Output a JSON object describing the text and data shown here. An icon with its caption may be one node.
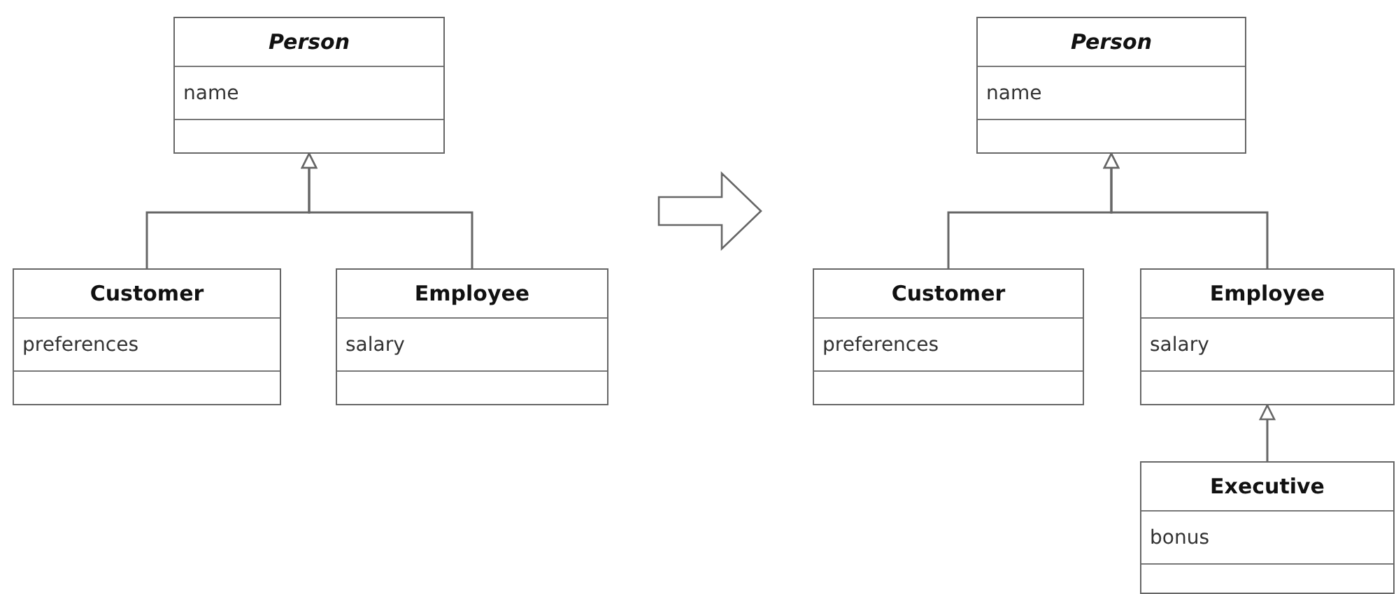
{
  "diagram": {
    "nodes": [
      {
        "text": [
          "Person",
          "name"
        ]
      },
      {
        "text": [
          "Person",
          "name"
        ]
      },
      {
        "text": [
          "Customer",
          "preferences"
        ]
      },
      {
        "text": [
          "Employee",
          "salary"
        ]
      },
      {
        "text": [
          "Customer",
          "preferences"
        ]
      },
      {
        "text": [
          "Employee",
          "salary"
        ]
      },
      {
        "text": [
          "Executive",
          "bonus"
        ]
      }
    ],
    "edges": [
      {
        "from": 2,
        "to": 0,
        "arrow": "to"
      },
      {
        "from": 3,
        "to": 0,
        "arrow": "to"
      },
      {
        "from": 4,
        "to": 1,
        "arrow": "to"
      },
      {
        "from": 5,
        "to": 1,
        "arrow": "to"
      },
      {
        "from": 6,
        "to": 5,
        "arrow": "to"
      }
    ]
  }
}
